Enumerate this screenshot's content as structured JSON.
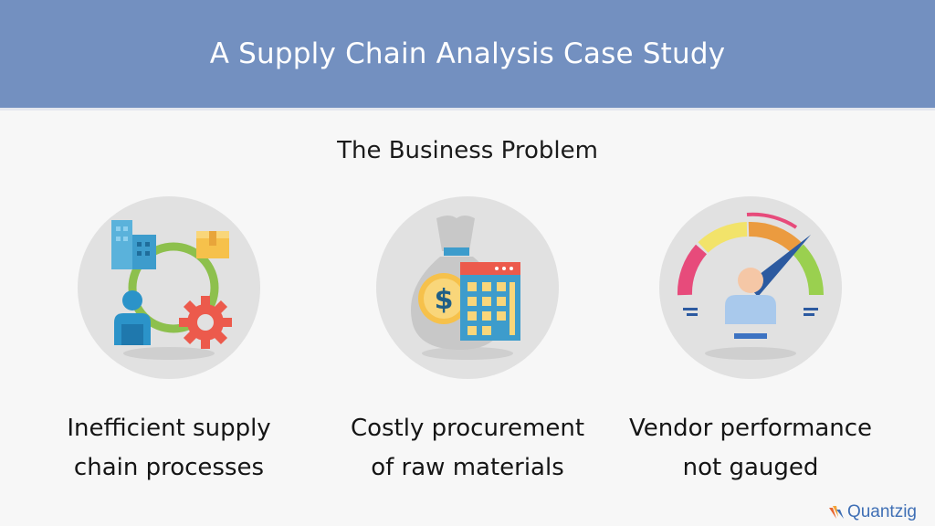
{
  "header": {
    "title": "A Supply Chain Analysis Case Study"
  },
  "section": {
    "subtitle": "The Business Problem"
  },
  "cards": [
    {
      "icon": "supply-chain-cycle-icon",
      "line1": "Inefficient supply",
      "line2": "chain processes"
    },
    {
      "icon": "money-bag-calculator-icon",
      "line1": "Costly procurement",
      "line2": "of raw materials"
    },
    {
      "icon": "performance-gauge-icon",
      "line1": "Vendor performance",
      "line2": "not gauged"
    }
  ],
  "brand": {
    "name": "Quantzig"
  },
  "colors": {
    "header_bg": "#7390c0",
    "circle_bg": "#e1e1e1",
    "brand": "#3f6fb5"
  }
}
